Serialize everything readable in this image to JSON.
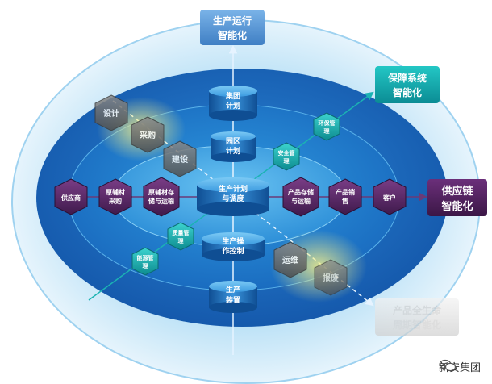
{
  "outputs": {
    "production": [
      "生产运行",
      "智能化"
    ],
    "safety": [
      "保障系统",
      "智能化"
    ],
    "supply": [
      "供应链",
      "智能化"
    ],
    "lifecycle": [
      "产品全生命",
      "周期智能化"
    ]
  },
  "cylinders": {
    "group_plan": [
      "集团",
      "计划"
    ],
    "base_plan": [
      "园区",
      "计划"
    ],
    "production_plan": [
      "生产计划",
      "与调度"
    ],
    "operation_control": [
      "生产操",
      "作控制"
    ],
    "equipment": [
      "生产",
      "装置"
    ]
  },
  "chain": {
    "supplier": [
      "供应商"
    ],
    "raw_purchase": [
      "原辅材",
      "采购"
    ],
    "raw_storage": [
      "原辅材存",
      "储与运输"
    ],
    "product_storage": [
      "产品存储",
      "与运输"
    ],
    "product_sales": [
      "产品销",
      "售"
    ],
    "customer": [
      "客户"
    ]
  },
  "teal": {
    "environment": [
      "环保管",
      "理"
    ],
    "safety_mgmt": [
      "安全管",
      "理"
    ],
    "quality": [
      "质量管",
      "理"
    ],
    "energy": [
      "能源管",
      "理"
    ]
  },
  "lifecycle_steps": {
    "design": [
      "设计"
    ],
    "purchase": [
      "采购"
    ],
    "build": [
      "建设"
    ],
    "operate": [
      "运维"
    ],
    "scrap": [
      "报废"
    ]
  },
  "watermark": "新安集团",
  "colors": {
    "outer_ring": "#1a6fc4",
    "inner_ring": "#1e8ad6",
    "core": "#3aa6e8",
    "purple": "#5a2a6a",
    "teal": "#17b0b0",
    "box_blue": "#5b9bd5"
  }
}
